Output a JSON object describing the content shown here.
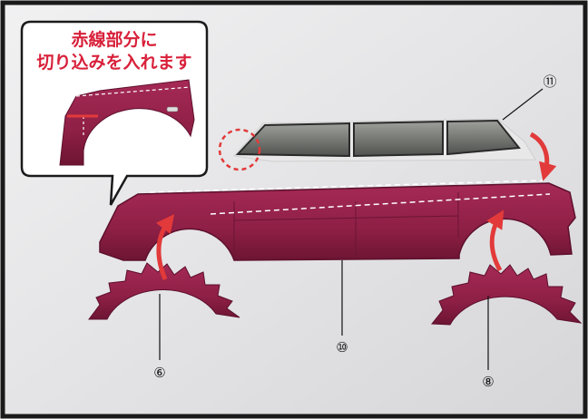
{
  "callout": {
    "line1": "赤線部分に",
    "line2": "切り込みを入れます"
  },
  "labels": {
    "rear_fender_strip": "⑥",
    "front_fender_strip": "⑧",
    "body_side_panel": "⑩",
    "window_section": "⑪"
  },
  "colors": {
    "body": "#8e1f45",
    "body_dark": "#5d0f2c",
    "accent_red": "#e23a3a",
    "background": "#e9e9ea",
    "glass": "#6b6d6a",
    "frame": "#1a1a1a"
  },
  "icons": {
    "arrow": "curved-up-arrow",
    "highlight": "dashed-red-circle"
  }
}
